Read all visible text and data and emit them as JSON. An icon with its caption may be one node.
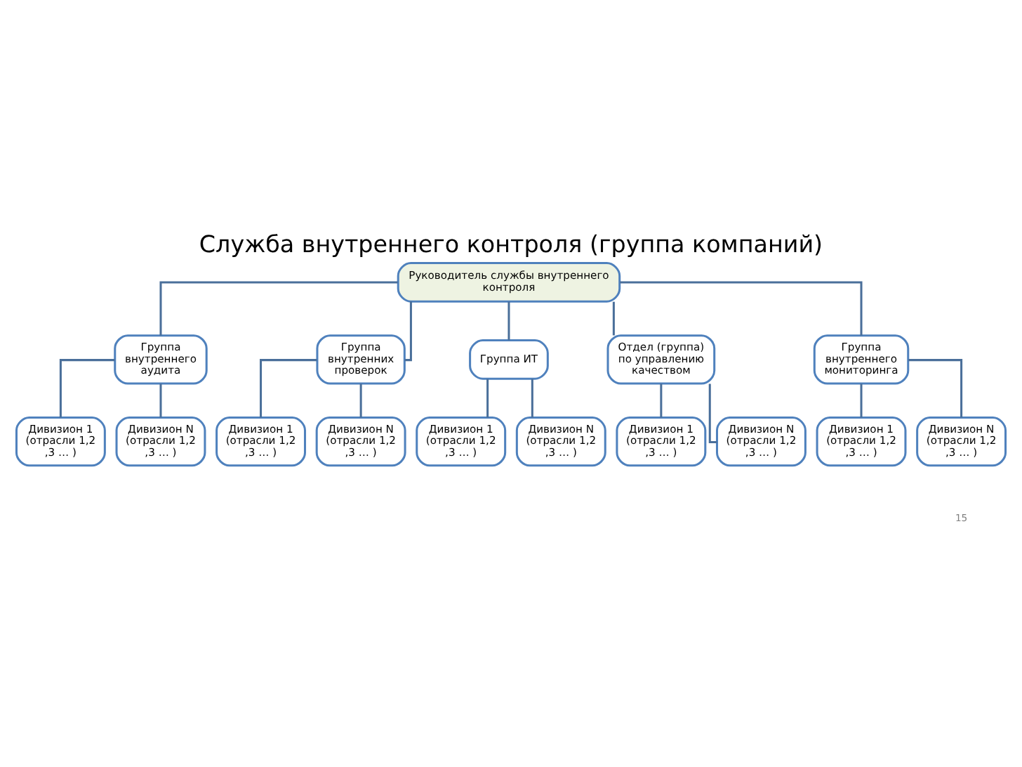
{
  "diagram": {
    "title": "Служба внутреннего контроля (группа компаний)",
    "nodes": [
      {
        "text": [
          "Руководитель службы внутреннего контроля"
        ]
      },
      {
        "text": [
          "Группа внутреннего аудита"
        ]
      },
      {
        "text": [
          "Группа внутренних проверок"
        ]
      },
      {
        "text": [
          "Группа ИТ"
        ]
      },
      {
        "text": [
          "Отдел (группа) по управлению качеством"
        ]
      },
      {
        "text": [
          "Группа внутреннего мониторинга"
        ]
      },
      {
        "text": [
          "Дивизион 1 (отрасли 1,2 ,3 … )"
        ]
      },
      {
        "text": [
          "Дивизион N (отрасли 1,2 ,3 … )"
        ]
      },
      {
        "text": [
          "Дивизион 1 (отрасли 1,2 ,3 … )"
        ]
      },
      {
        "text": [
          "Дивизион N (отрасли 1,2 ,3 … )"
        ]
      },
      {
        "text": [
          "Дивизион 1 (отрасли 1,2 ,3 … )"
        ]
      },
      {
        "text": [
          "Дивизион N (отрасли 1,2 ,3 … )"
        ]
      },
      {
        "text": [
          "Дивизион 1 (отрасли 1,2 ,3 … )"
        ]
      },
      {
        "text": [
          "Дивизион N (отрасли 1,2 ,3 … )"
        ]
      },
      {
        "text": [
          "Дивизион 1 (отрасли 1,2 ,3 … )"
        ]
      },
      {
        "text": [
          "Дивизион N (отрасли 1,2 ,3 … )"
        ]
      }
    ],
    "edges": [
      {
        "from": 0,
        "to": 1,
        "arrow": "none"
      },
      {
        "from": 0,
        "to": 2,
        "arrow": "none"
      },
      {
        "from": 0,
        "to": 3,
        "arrow": "none"
      },
      {
        "from": 0,
        "to": 4,
        "arrow": "none"
      },
      {
        "from": 0,
        "to": 5,
        "arrow": "none"
      },
      {
        "from": 1,
        "to": 6,
        "arrow": "none"
      },
      {
        "from": 1,
        "to": 7,
        "arrow": "none"
      },
      {
        "from": 2,
        "to": 8,
        "arrow": "none"
      },
      {
        "from": 2,
        "to": 9,
        "arrow": "none"
      },
      {
        "from": 3,
        "to": 10,
        "arrow": "none"
      },
      {
        "from": 3,
        "to": 11,
        "arrow": "none"
      },
      {
        "from": 4,
        "to": 12,
        "arrow": "none"
      },
      {
        "from": 4,
        "to": 13,
        "arrow": "none"
      },
      {
        "from": 5,
        "to": 14,
        "arrow": "none"
      },
      {
        "from": 5,
        "to": 15,
        "arrow": "none"
      }
    ],
    "labels": [
      "15"
    ]
  }
}
